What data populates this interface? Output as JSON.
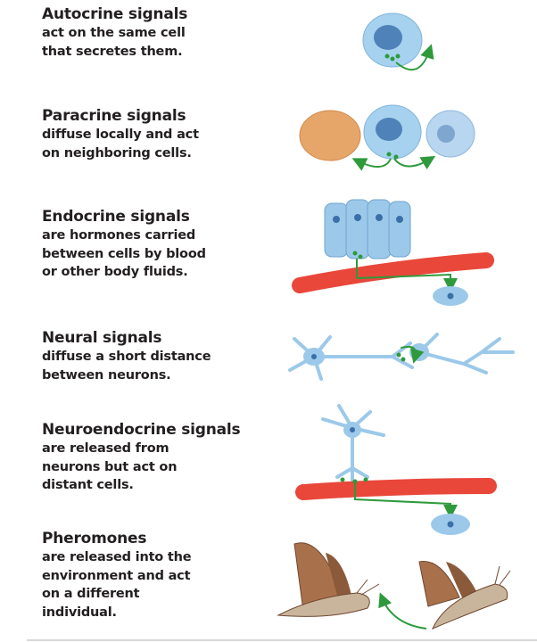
{
  "sections": [
    {
      "title": "Autocrine signals",
      "lines": [
        "act on the same cell",
        "that secretes them."
      ]
    },
    {
      "title": "Paracrine signals",
      "lines": [
        "diffuse locally and act",
        "on neighboring cells."
      ]
    },
    {
      "title": "Endocrine signals",
      "lines": [
        "are hormones carried",
        "between cells by blood",
        "or other body fluids."
      ]
    },
    {
      "title": "Neural signals",
      "lines": [
        "diffuse a short distance",
        "between neurons."
      ]
    },
    {
      "title": "Neuroendocrine signals",
      "lines": [
        "are released from",
        "neurons but act on",
        "distant cells."
      ]
    },
    {
      "title": "Pheromones",
      "lines": [
        "are released into the",
        "environment and act",
        "on a different",
        "individual."
      ]
    }
  ],
  "colors": {
    "cell": "#9cc9ea",
    "nucleus": "#4a7fb5",
    "vessel": "#e8473a",
    "arrow": "#2e9a3c",
    "neighbor": "#e6a66a",
    "moth": "#9a6a48"
  }
}
